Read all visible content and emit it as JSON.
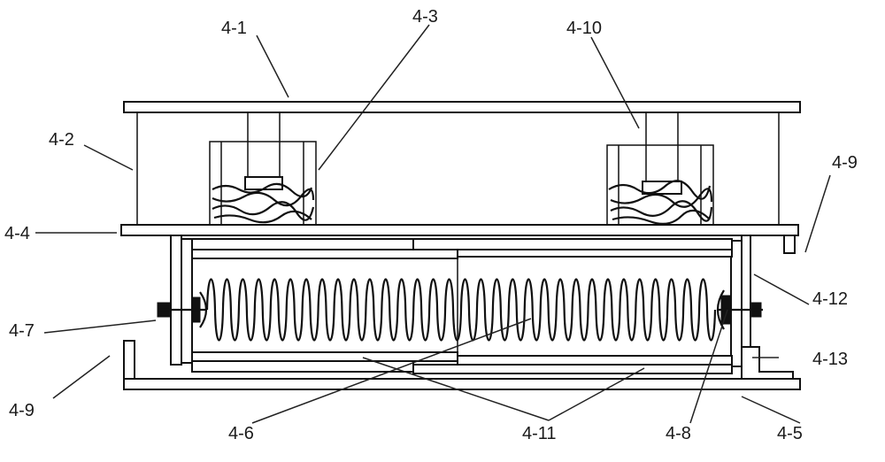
{
  "labels": {
    "l4_1": "4-1",
    "l4_2": "4-2",
    "l4_3": "4-3",
    "l4_4": "4-4",
    "l4_5": "4-5",
    "l4_6": "4-6",
    "l4_7": "4-7",
    "l4_8": "4-8",
    "l4_9a": "4-9",
    "l4_9b": "4-9",
    "l4_10": "4-10",
    "l4_11": "4-11",
    "l4_12": "4-12",
    "l4_13": "4-13"
  }
}
